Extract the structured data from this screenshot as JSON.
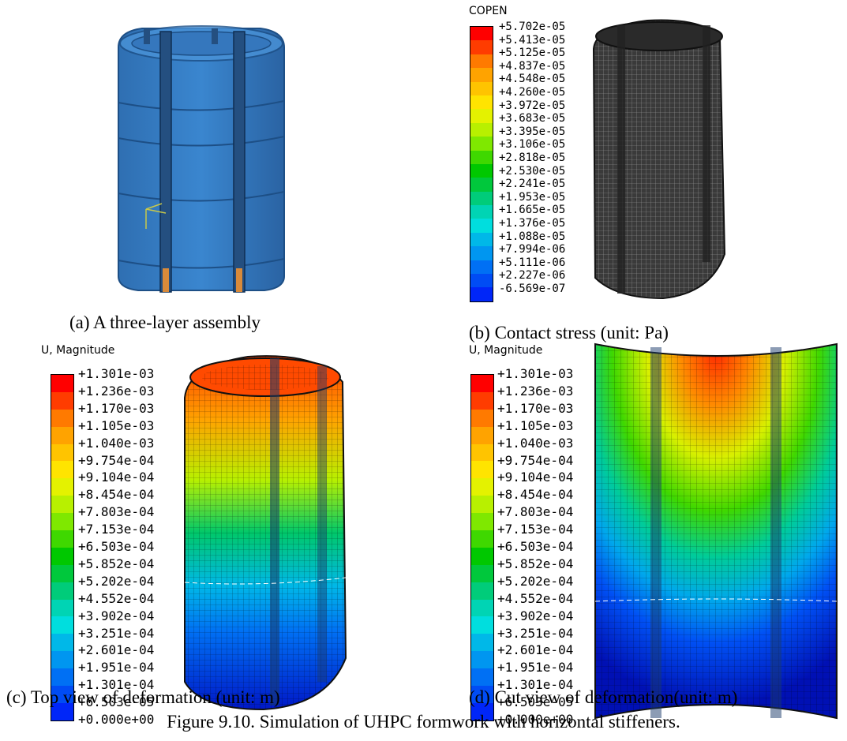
{
  "panels": {
    "a": {
      "caption": "(a) A three-layer assembly"
    },
    "b": {
      "caption": "(b) Contact stress (unit: Pa)",
      "legend_title": "COPEN",
      "legend_values": [
        "+5.702e-05",
        "+5.413e-05",
        "+5.125e-05",
        "+4.837e-05",
        "+4.548e-05",
        "+4.260e-05",
        "+3.972e-05",
        "+3.683e-05",
        "+3.395e-05",
        "+3.106e-05",
        "+2.818e-05",
        "+2.530e-05",
        "+2.241e-05",
        "+1.953e-05",
        "+1.665e-05",
        "+1.376e-05",
        "+1.088e-05",
        "+7.994e-06",
        "+5.111e-06",
        "+2.227e-06",
        "-6.569e-07"
      ]
    },
    "c": {
      "caption": "(c) Top view of deformation (unit: m)",
      "legend_title": "U, Magnitude",
      "legend_values": [
        "+1.301e-03",
        "+1.236e-03",
        "+1.170e-03",
        "+1.105e-03",
        "+1.040e-03",
        "+9.754e-04",
        "+9.104e-04",
        "+8.454e-04",
        "+7.803e-04",
        "+7.153e-04",
        "+6.503e-04",
        "+5.852e-04",
        "+5.202e-04",
        "+4.552e-04",
        "+3.902e-04",
        "+3.251e-04",
        "+2.601e-04",
        "+1.951e-04",
        "+1.301e-04",
        "+6.503e-05",
        "+0.000e+00"
      ]
    },
    "d": {
      "caption": "(d) Cut view of deformation(unit: m)",
      "legend_title": "U, Magnitude",
      "legend_values": [
        "+1.301e-03",
        "+1.236e-03",
        "+1.170e-03",
        "+1.105e-03",
        "+1.040e-03",
        "+9.754e-04",
        "+9.104e-04",
        "+8.454e-04",
        "+7.803e-04",
        "+7.153e-04",
        "+6.503e-04",
        "+5.852e-04",
        "+5.202e-04",
        "+4.552e-04",
        "+3.902e-04",
        "+3.251e-04",
        "+2.601e-04",
        "+1.951e-04",
        "+1.301e-04",
        "+6.503e-05",
        "+0.000e+00"
      ]
    }
  },
  "colormap": [
    "#ff0000",
    "#ff3c00",
    "#ff7a00",
    "#ffa300",
    "#ffc400",
    "#ffe400",
    "#e4f200",
    "#b8f000",
    "#7fe800",
    "#3fd800",
    "#00c800",
    "#00c83c",
    "#00cc7a",
    "#00d4b4",
    "#00dede",
    "#00b8e8",
    "#0096f0",
    "#0070f4",
    "#004cf4",
    "#0026f8",
    "#0000ff"
  ],
  "figure_caption": "Figure 9.10. Simulation of UHPC formwork with horizontal stiffeners."
}
